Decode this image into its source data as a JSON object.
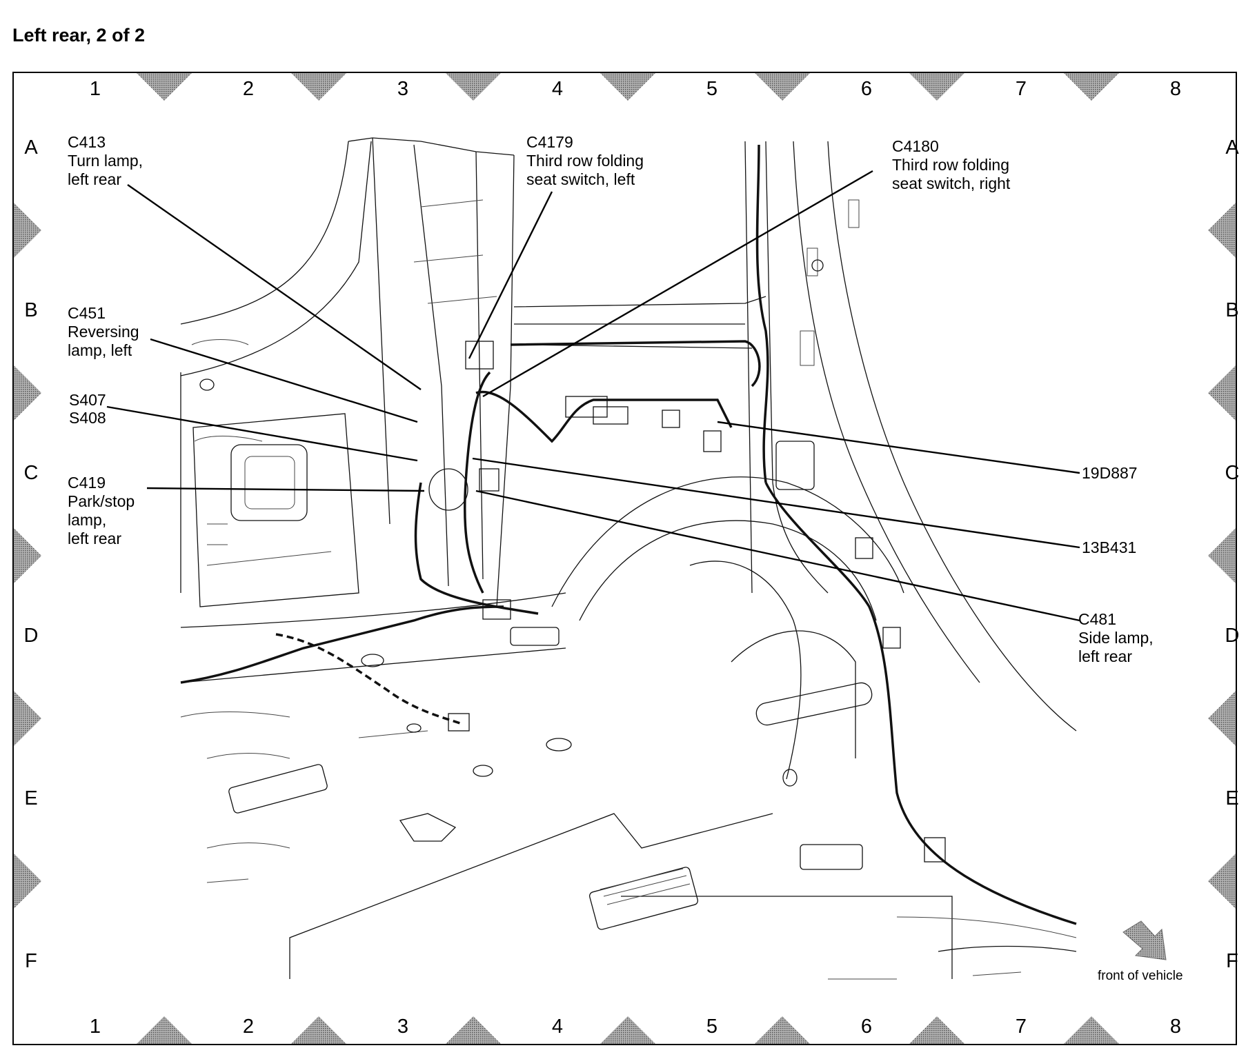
{
  "title": "Left rear, 2 of 2",
  "grid": {
    "columns": [
      "1",
      "2",
      "3",
      "4",
      "5",
      "6",
      "7",
      "8"
    ],
    "rows": [
      "A",
      "B",
      "C",
      "D",
      "E",
      "F"
    ]
  },
  "callouts": {
    "c413": {
      "id": "C413",
      "line1": "Turn lamp,",
      "line2": "left rear"
    },
    "c4179": {
      "id": "C4179",
      "line1": "Third row folding",
      "line2": "seat switch, left"
    },
    "c4180": {
      "id": "C4180",
      "line1": "Third row folding",
      "line2": "seat switch, right"
    },
    "c451": {
      "id": "C451",
      "line1": "Reversing",
      "line2": "lamp, left"
    },
    "s407": {
      "id": "S407",
      "line1": "S408"
    },
    "c419": {
      "id": "C419",
      "line1": "Park/stop",
      "line2": "lamp,",
      "line3": "left rear"
    },
    "h19d887": {
      "id": "19D887"
    },
    "h13b431": {
      "id": "13B431"
    },
    "c481": {
      "id": "C481",
      "line1": "Side lamp,",
      "line2": "left rear"
    }
  },
  "orientation": {
    "label": "front of vehicle"
  },
  "icons": {
    "grid_marker": "diamond-marker-icon",
    "arrow": "front-arrow-icon"
  },
  "colors": {
    "marker": "#8f8f8f",
    "line": "#000000",
    "background": "#ffffff"
  }
}
